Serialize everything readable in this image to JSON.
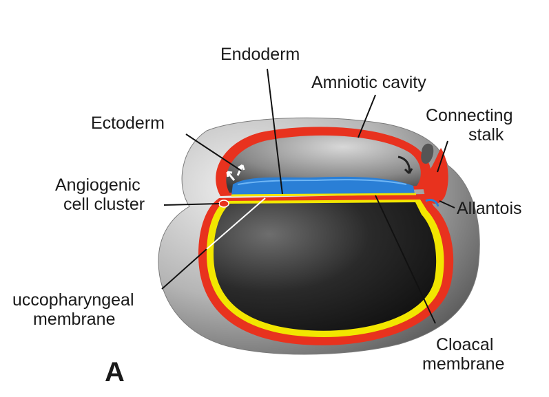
{
  "figure": {
    "panel_letter": "A",
    "labels": {
      "endoderm": "Endoderm",
      "amniotic_cavity": "Amniotic cavity",
      "ectoderm": "Ectoderm",
      "connecting_stalk_1": "Connecting",
      "connecting_stalk_2": "stalk",
      "angiogenic_1": "Angiogenic",
      "angiogenic_2": "cell cluster",
      "allantois": "Allantois",
      "bucco_1": "uccopharyngeal",
      "bucco_2": "membrane",
      "cloacal_1": "Cloacal",
      "cloacal_2": "membrane"
    }
  },
  "colors": {
    "outer_gray": "#9a9a9a",
    "ectoderm_red": "#e8321e",
    "endoderm_blue": "#2a7fd6",
    "yolk_line_yellow": "#f2e600",
    "cavity_dark": "#2e2e2e"
  }
}
